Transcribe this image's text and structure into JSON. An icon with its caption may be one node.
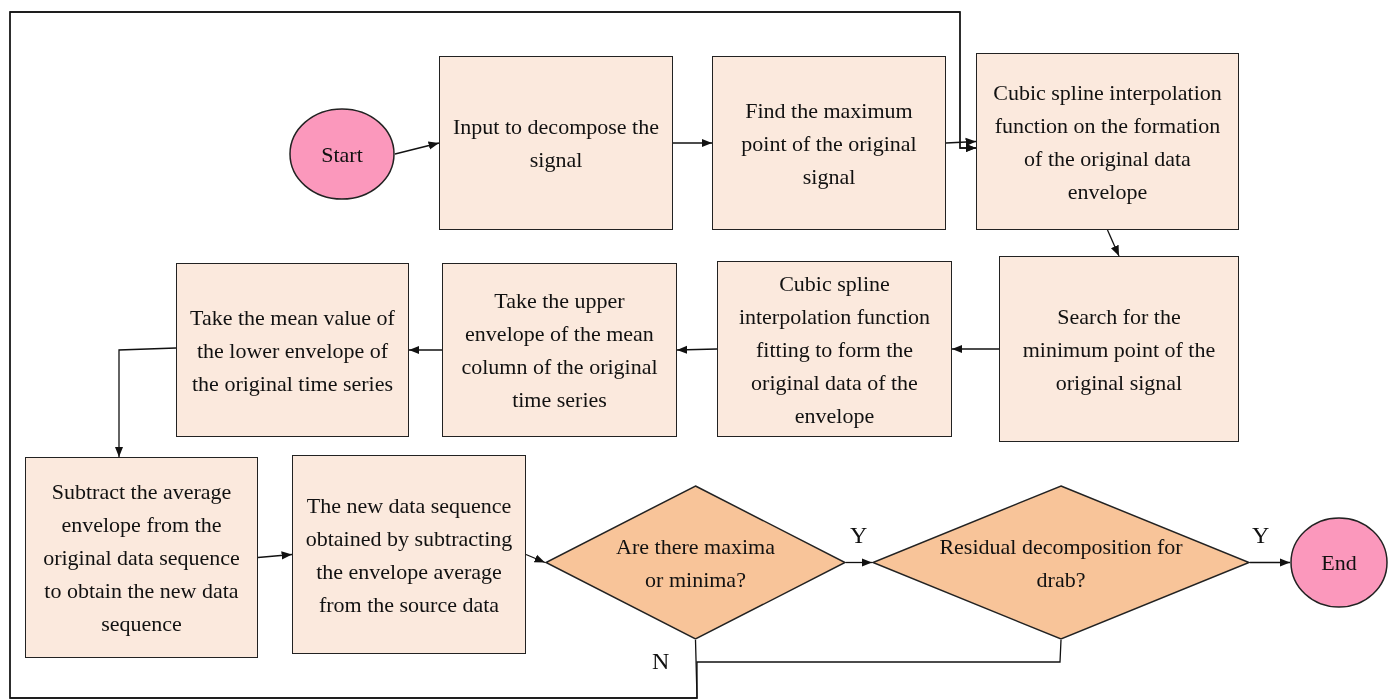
{
  "diagram": {
    "nodes": [
      {
        "text": [
          "Start"
        ]
      },
      {
        "text": [
          "Input to decompose the signal"
        ]
      },
      {
        "text": [
          "Find the maximum point of the original signal"
        ]
      },
      {
        "text": [
          "Cubic spline interpolation function on the formation of the original data envelope"
        ]
      },
      {
        "text": [
          "Search for the minimum point of the original signal"
        ]
      },
      {
        "text": [
          "Cubic spline interpolation function fitting to form the original data of the envelope"
        ]
      },
      {
        "text": [
          "Take the upper envelope of the mean column of the original time series"
        ]
      },
      {
        "text": [
          "Take the mean value of the lower envelope of the original time series"
        ]
      },
      {
        "text": [
          "Subtract the average envelope from the original data sequence to obtain the new data sequence"
        ]
      },
      {
        "text": [
          "The new data sequence obtained by subtracting the envelope average from the source data"
        ]
      },
      {
        "text": [
          "Are there maxima or minima?"
        ]
      },
      {
        "text": [
          "Residual decomposition for drab?"
        ]
      },
      {
        "text": [
          "End"
        ]
      }
    ],
    "edges": [
      {
        "from": 0,
        "to": 1,
        "arrow": "to"
      },
      {
        "from": 1,
        "to": 2,
        "arrow": "to"
      },
      {
        "from": 2,
        "to": 3,
        "arrow": "to"
      },
      {
        "from": 3,
        "to": 4,
        "arrow": "to"
      },
      {
        "from": 4,
        "to": 5,
        "arrow": "to"
      },
      {
        "from": 5,
        "to": 6,
        "arrow": "to"
      },
      {
        "from": 6,
        "to": 7,
        "arrow": "to"
      },
      {
        "from": 7,
        "to": 8,
        "arrow": "to"
      },
      {
        "from": 8,
        "to": 9,
        "arrow": "to"
      },
      {
        "from": 9,
        "to": 10,
        "arrow": "to"
      },
      {
        "from": 10,
        "to": 11,
        "arrow": "to",
        "label": "Y"
      },
      {
        "from": 11,
        "to": 12,
        "arrow": "to",
        "label": "Y"
      },
      {
        "from": 10,
        "to": 3,
        "arrow": "to",
        "label": "N"
      },
      {
        "from": 11,
        "to": 3,
        "arrow": "to"
      }
    ]
  }
}
